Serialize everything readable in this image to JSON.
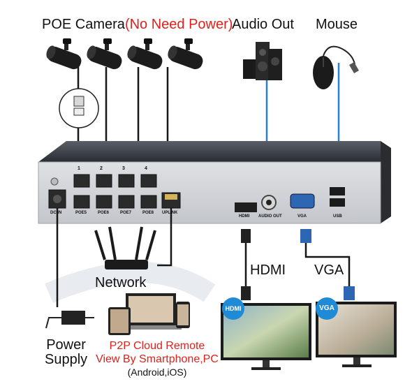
{
  "header": {
    "poe_camera": "POE Camera",
    "no_need_power": "(No Need Power)",
    "audio_out": "Audio Out",
    "mouse": "Mouse"
  },
  "nvr": {
    "ports_top": [
      "1",
      "2",
      "3",
      "4"
    ],
    "ports_bottom": [
      "POE5",
      "POE6",
      "POE7",
      "POE8"
    ],
    "dc_in": "DC IN",
    "uplink": "UPLINK",
    "hdmi": "HDMI",
    "audio_out": "AUDIO OUT",
    "vga": "VGA",
    "usb": "USB"
  },
  "labels": {
    "network": "Network",
    "hdmi": "HDMI",
    "vga": "VGA",
    "power_line1": "Power",
    "power_line2": "Supply",
    "p2p_line1": "P2P Cloud Remote",
    "p2p_line2": "View By Smartphone,PC",
    "p2p_line3": "(Android,iOS)",
    "monitor_hdmi_badge": "HDMI",
    "monitor_vga_badge": "VGA"
  },
  "colors": {
    "accent_red": "#e0201b",
    "badge_blue": "#1f8ad6",
    "cable_black": "#151515",
    "cable_blue": "#2f7fd0"
  }
}
